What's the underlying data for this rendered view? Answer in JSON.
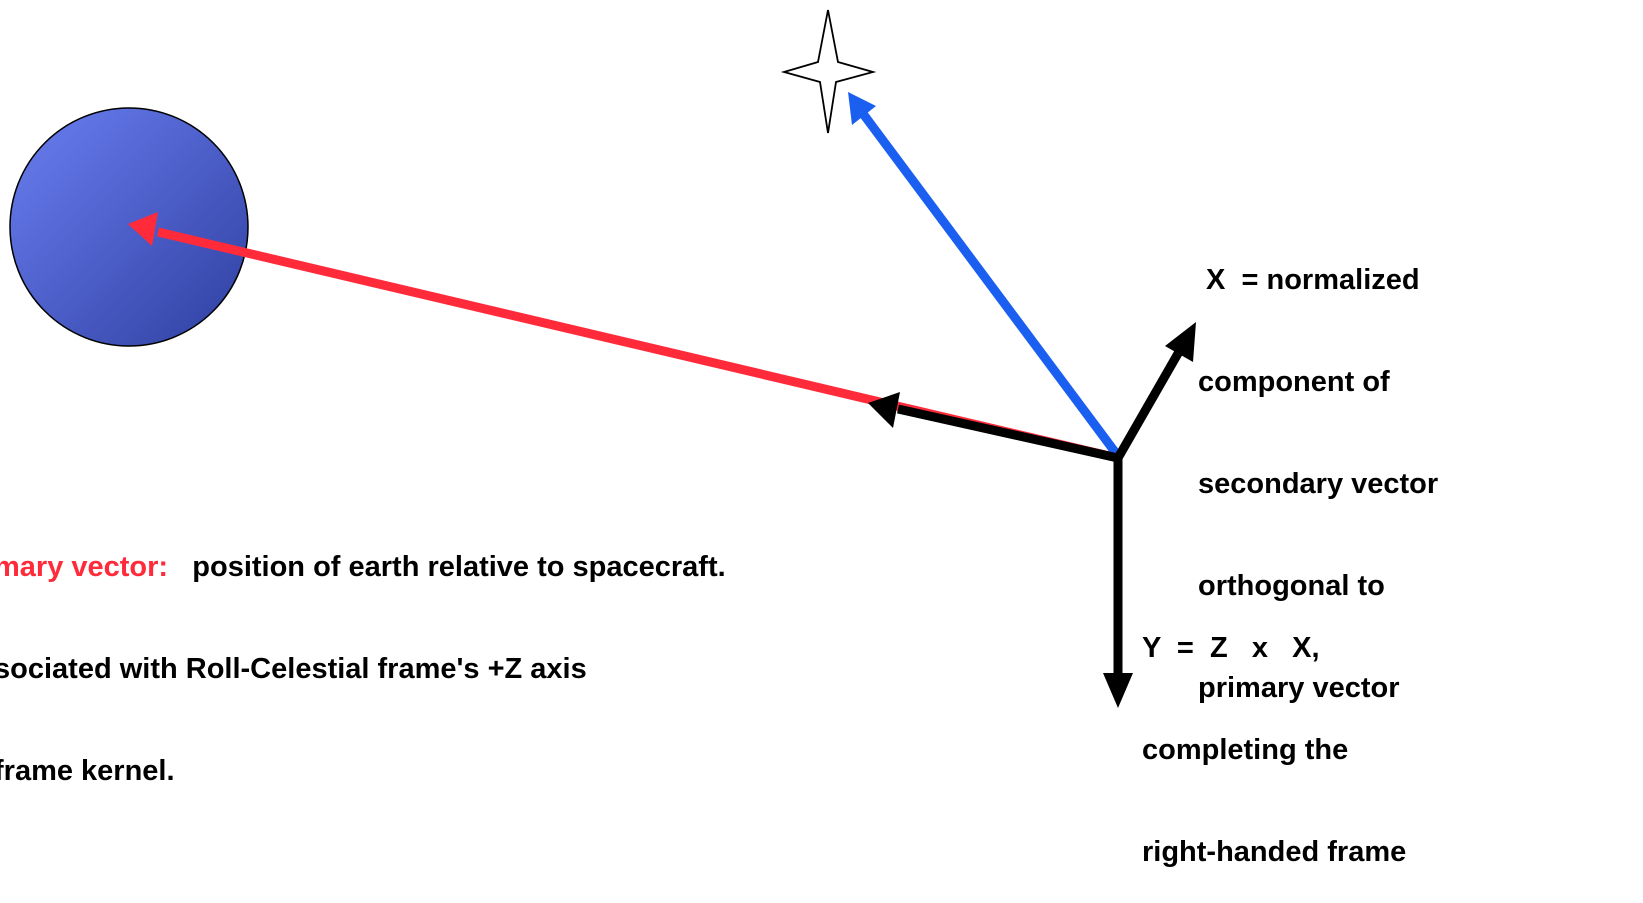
{
  "diagram": {
    "colors": {
      "primary_vector": "#ff2a3a",
      "secondary_vector": "#1a5ff0",
      "frame_axes": "#000000",
      "earth_fill_light": "#6a7ff2",
      "earth_fill_dark": "#2f3fa0",
      "star_fill": "#ffffff"
    },
    "icons": {
      "earth": "earth-ellipse",
      "star": "four-point-star"
    },
    "primary_label": {
      "highlight": "mary vector:",
      "line1_rest": "   position of earth relative to spacecraft.",
      "line2": "sociated with Roll-Celestial frame's +Z axis",
      "line3": "frame kernel."
    },
    "x_label": {
      "line1": " X  = normalized",
      "line2": "component of",
      "line3": "secondary vector",
      "line4": "orthogonal to",
      "line5": "primary vector"
    },
    "y_label": {
      "line1": "Y  =  Z   x   X,",
      "line2": "completing the",
      "line3": "right-handed frame"
    }
  }
}
